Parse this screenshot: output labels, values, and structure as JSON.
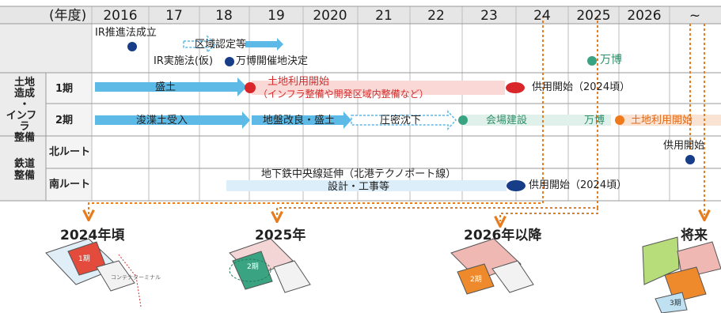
{
  "colors": {
    "arrow_blue": "#5db9e6",
    "pink_band": "#f9d8d6",
    "red_dot": "#d9262a",
    "green_dot": "#3aa381",
    "orange_dot": "#ee7a1c",
    "navy_dot": "#173c88",
    "dashed_orange": "#e67c1e",
    "header_bg": "#e6e6e6"
  },
  "header": {
    "year_unit": "(年度)",
    "years": [
      "2016",
      "17",
      "18",
      "19",
      "2020",
      "21",
      "22",
      "23",
      "24",
      "2025",
      "2026",
      "~"
    ]
  },
  "rows": {
    "ir": {
      "ir_law": "IR推進法成立",
      "zone_cert": "区域認定等",
      "ir_impl": "IR実施法(仮)",
      "expo_site": "万博開催地決定",
      "expo": "万博"
    },
    "land": {
      "group_label": [
        "土地",
        "造成",
        "・",
        "インフラ",
        "整備"
      ],
      "phase1": {
        "label": "1期",
        "fill": "盛土",
        "start": "土地利用開始",
        "start_detail": "（インフラ整備や開発区域内整備など）",
        "service": "供用開始（2024頃）"
      },
      "phase2": {
        "label": "2期",
        "dredge": "浚渫土受入",
        "improve": "地盤改良・盛土",
        "settle": "圧密沈下",
        "venue": "会場建設",
        "expo": "万博",
        "land_use": "土地利用開始"
      }
    },
    "rail": {
      "group_label": [
        "鉄道",
        "整備"
      ],
      "north": {
        "label": "北ルート",
        "service": "供用開始"
      },
      "south": {
        "label": "南ルート",
        "line1": "地下鉄中央線延伸（北港テクノポート線）",
        "line2": "設計・工事等",
        "service": "供用開始（2024頃）"
      }
    }
  },
  "phases": [
    {
      "title": "2024年頃",
      "block": "1期"
    },
    {
      "title": "2025年",
      "block": "2期"
    },
    {
      "title": "2026年以降",
      "block": "2期"
    },
    {
      "title": "将来",
      "block": "3期"
    }
  ],
  "map_labels": {
    "terminal": "コンテナターミナル"
  }
}
